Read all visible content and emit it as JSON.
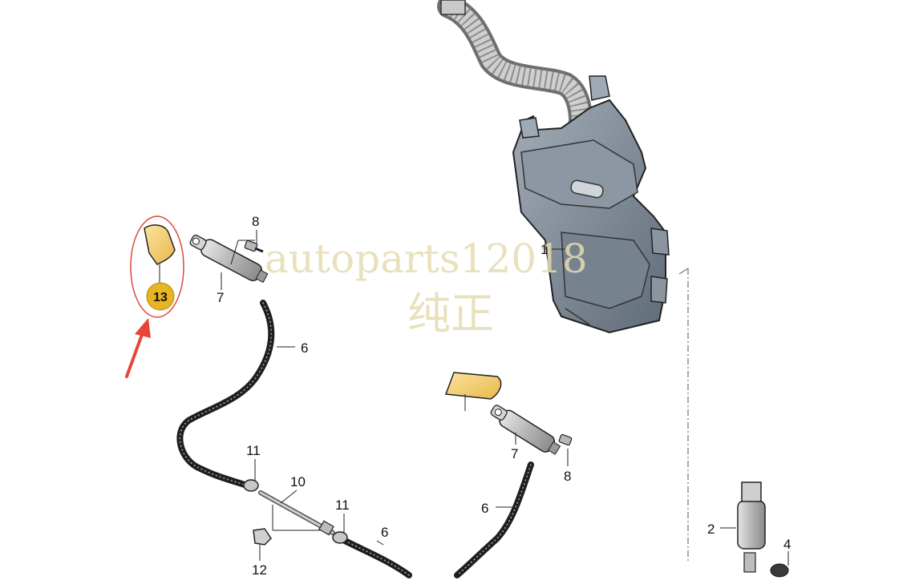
{
  "watermark": {
    "line1": "autoparts12018",
    "line2": "纯正"
  },
  "callouts": {
    "p1": "1",
    "p2": "2",
    "p4": "4",
    "p6a": "6",
    "p6b": "6",
    "p6c": "6",
    "p7a": "7",
    "p7b": "7",
    "p8a": "8",
    "p8b": "8",
    "p10": "10",
    "p11a": "11",
    "p11b": "11",
    "p12": "12",
    "p13": "13"
  },
  "colors": {
    "reservoir": "#7e8a96",
    "highlight_part": "#f5c95e",
    "badge": "#e8b423",
    "marker_ring": "#e0473c",
    "arrow": "#e8443a"
  }
}
